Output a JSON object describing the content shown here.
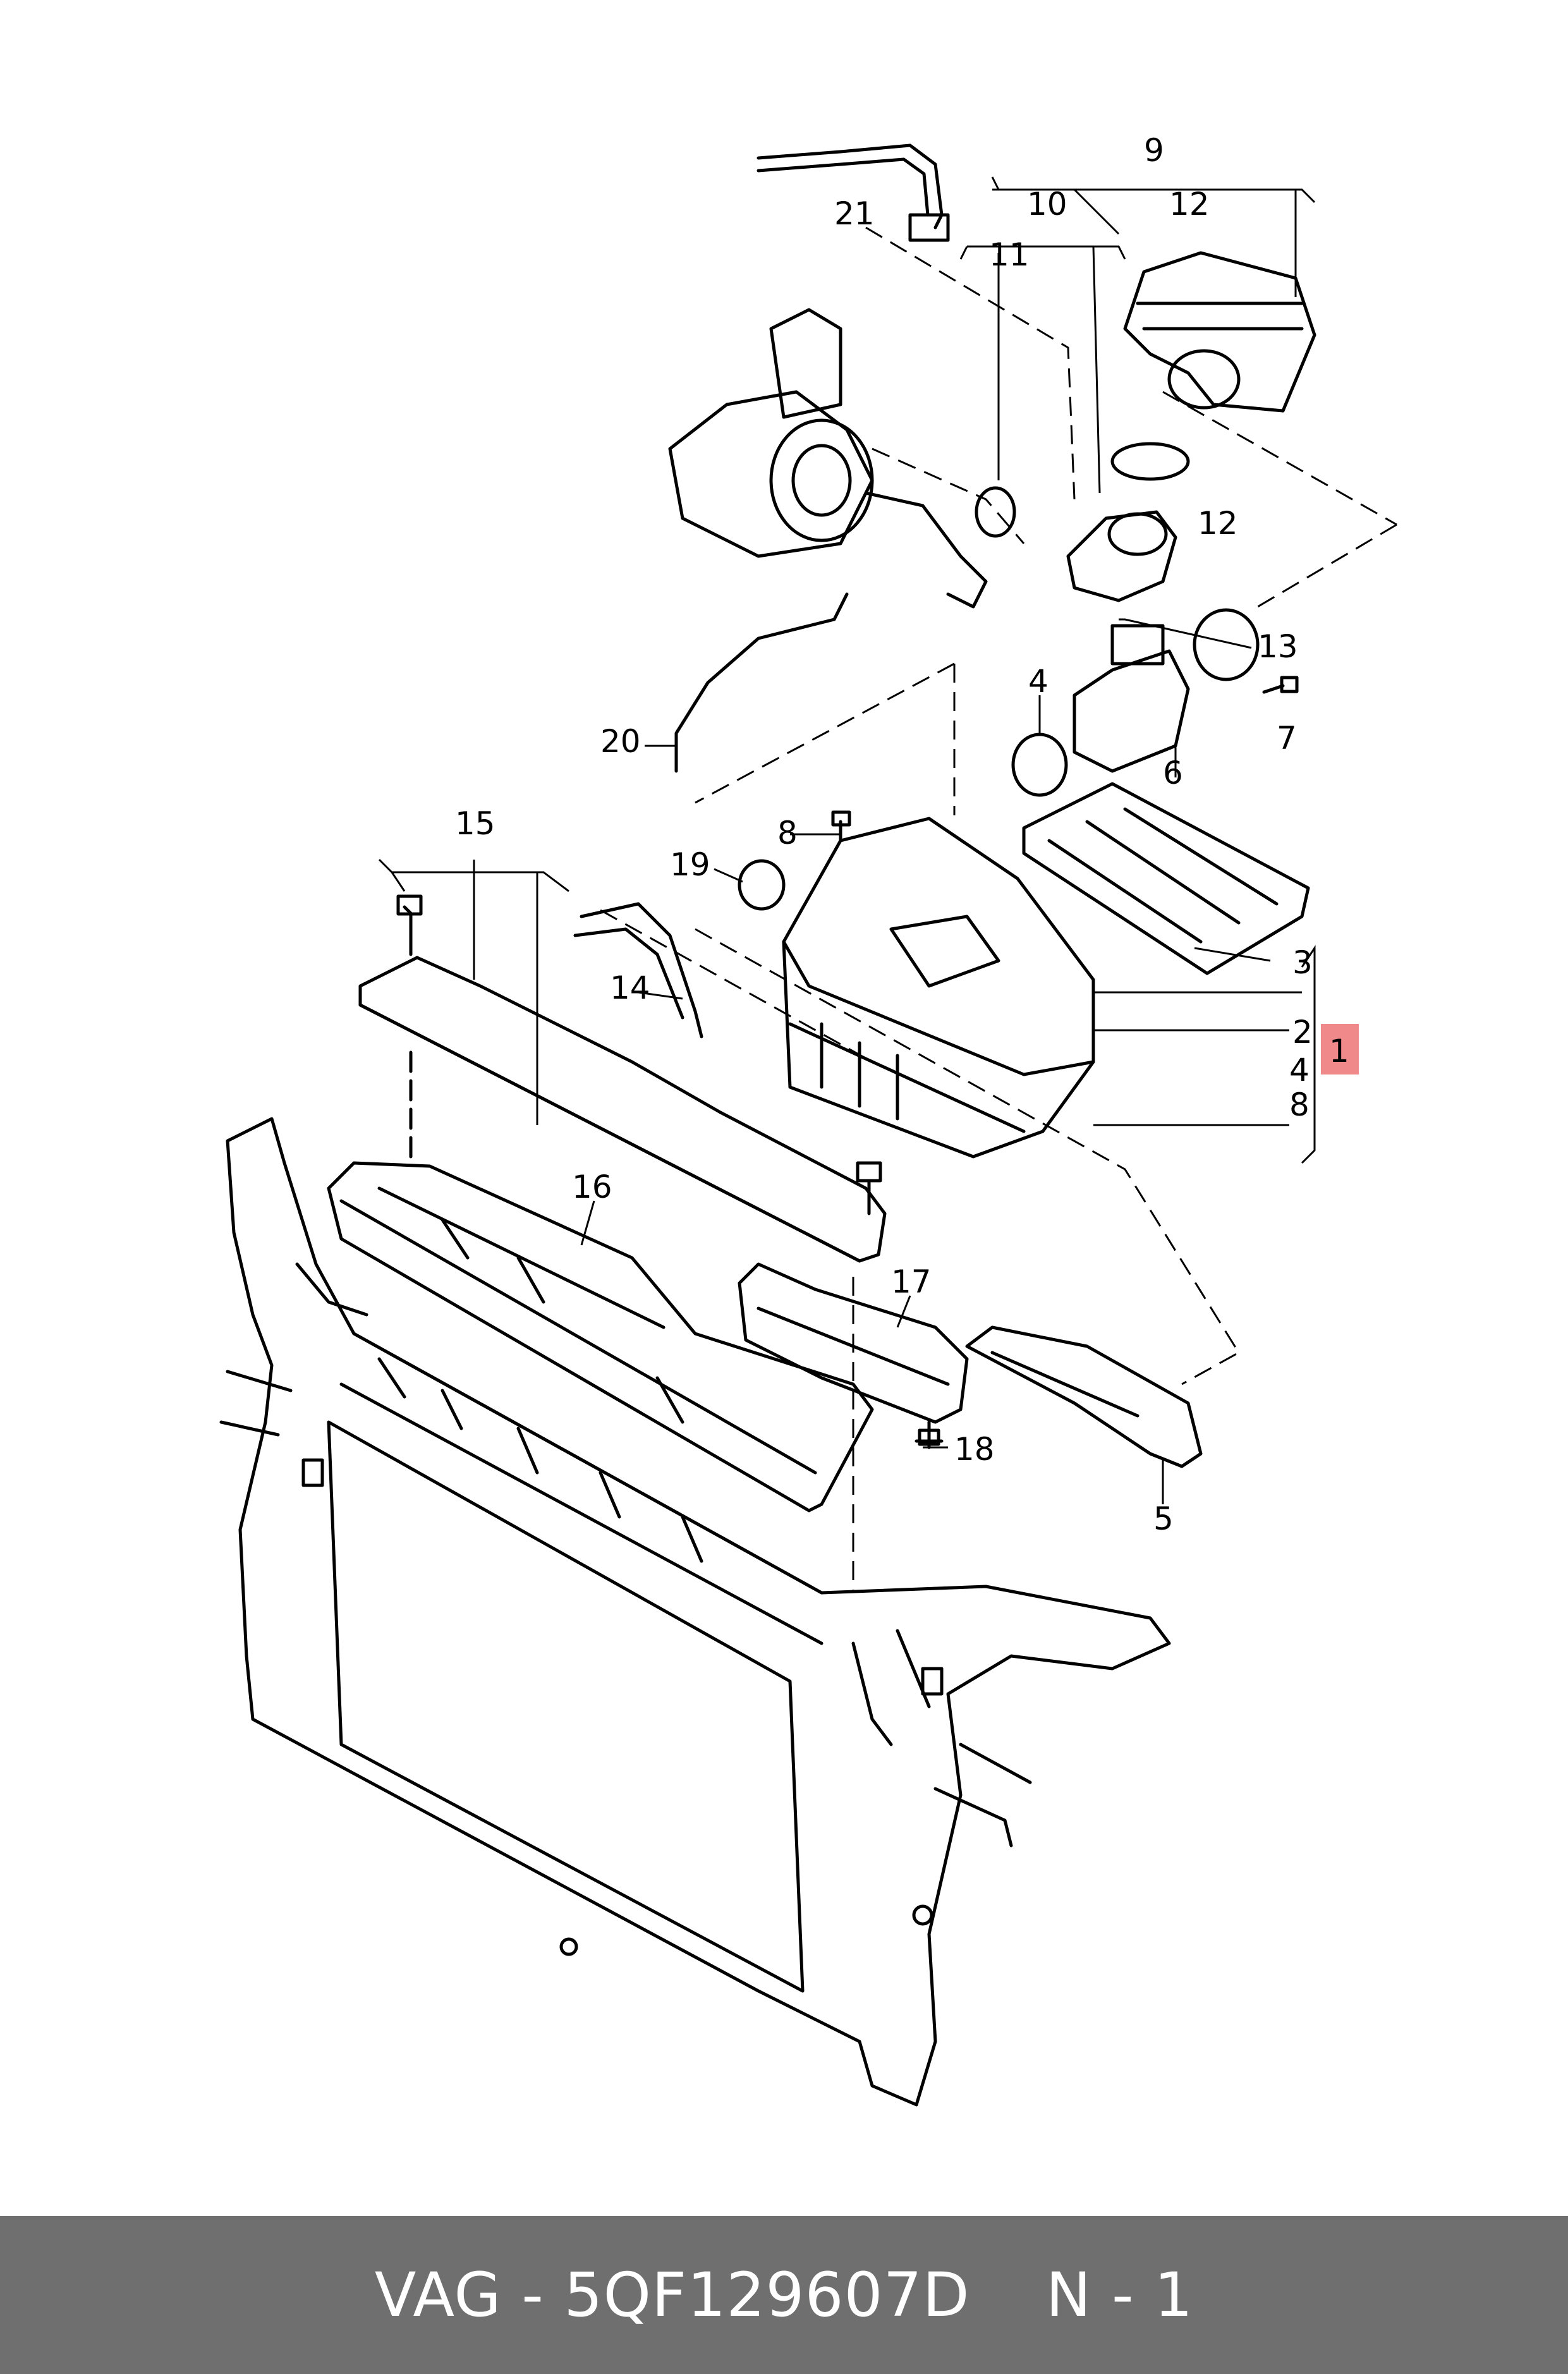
{
  "callouts": {
    "c1": "1",
    "c2": "2",
    "c3": "3",
    "c4a": "4",
    "c4b": "4",
    "c5": "5",
    "c6": "6",
    "c7": "7",
    "c8a": "8",
    "c8b": "8",
    "c9": "9",
    "c10": "10",
    "c11": "11",
    "c12a": "12",
    "c12b": "12",
    "c13": "13",
    "c14": "14",
    "c15": "15",
    "c16": "16",
    "c17": "17",
    "c18": "18",
    "c19": "19",
    "c20": "20",
    "c21": "21"
  },
  "highlight": {
    "color": "#f08a8a",
    "callout": "1"
  },
  "footer": {
    "part_label": "VAG - 5QF129607D",
    "page_label": "N - 1",
    "background": "#6f6f6f"
  }
}
